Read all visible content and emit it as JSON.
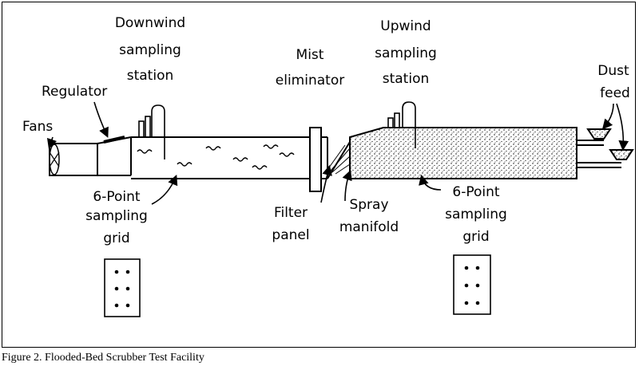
{
  "labels": {
    "fans": "Fans",
    "regulator": "Regulator",
    "downwind_1": "Downwind",
    "downwind_2": "sampling",
    "downwind_3": "station",
    "mist_1": "Mist",
    "mist_2": "eliminator",
    "upwind_1": "Upwind",
    "upwind_2": "sampling",
    "upwind_3": "station",
    "dust_1": "Dust",
    "dust_2": "feed",
    "grid_left_1": "6-Point",
    "grid_left_2": "sampling",
    "grid_left_3": "grid",
    "filter_1": "Filter",
    "filter_2": "panel",
    "spray_1": "Spray",
    "spray_2": "manifold",
    "grid_right_1": "6-Point",
    "grid_right_2": "sampling",
    "grid_right_3": "grid"
  },
  "caption": "Figure 2. Flooded-Bed Scrubber Test Facility"
}
